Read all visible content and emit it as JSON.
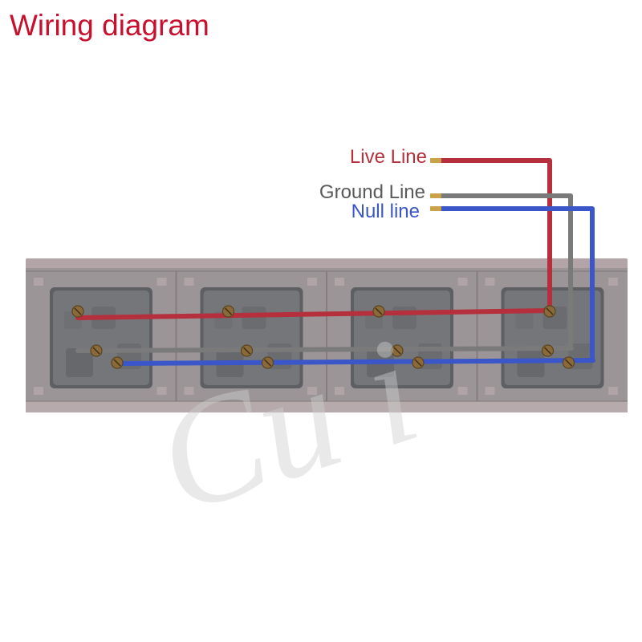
{
  "title": "Wiring diagram",
  "wires": {
    "live": {
      "label": "Live Line",
      "color": "#b5303c"
    },
    "ground": {
      "label": "Ground Line",
      "color": "#7a7a7a"
    },
    "null": {
      "label": "Null line",
      "color": "#3a56c8"
    }
  },
  "colors": {
    "title": "#c8102e",
    "panel": "#9e9799",
    "panel_edge": "#a89a9c",
    "socket": "#74767a",
    "socket_dark": "#5d5f63",
    "terminal": "#8a6a3a",
    "wire_tip": "#c9a24a"
  },
  "socket_count": 4,
  "watermark_text": "Cu i",
  "icons": [
    "screw-terminal-icon",
    "socket-module-icon"
  ]
}
